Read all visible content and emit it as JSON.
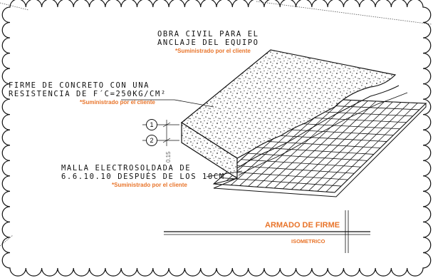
{
  "labels": {
    "obra_line1": "OBRA CIVIL PARA EL",
    "obra_line2": "ANCLAJE DEL EQUIPO",
    "firme_line1": "FIRME DE CONCRETO CON UNA",
    "firme_line2": "RESISTENCIA DE F´C=250KG/CM²",
    "malla_line1": "MALLA ELECTROSOLDADA DE",
    "malla_line2": "6.6.10.10 DESPUÉS DE LOS 10CM",
    "supplied": "*Suministrado por el cliente"
  },
  "markers": [
    "1",
    "2"
  ],
  "dimension": "0.15",
  "title_block": {
    "title": "ARMADO DE FIRME",
    "subtitle": "ISOMETRICO"
  },
  "colors": {
    "accent": "#e8742a",
    "line": "#111111"
  }
}
